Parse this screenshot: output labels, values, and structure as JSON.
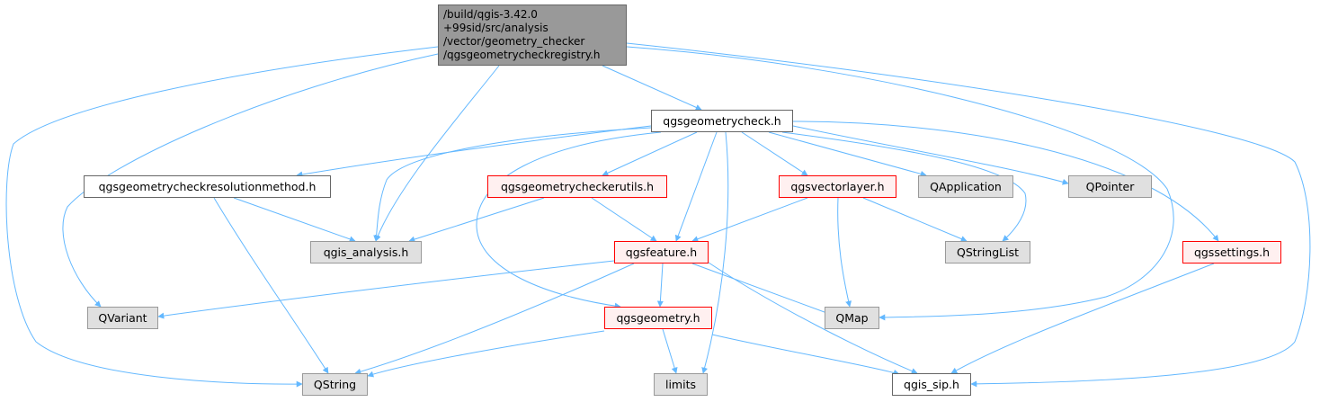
{
  "root": {
    "lines": [
      "/build/qgis-3.42.0",
      "+99sid/src/analysis",
      "/vector/geometry_checker",
      "/qgsgeometrycheckregistry.h"
    ]
  },
  "nodes": {
    "geometrycheck": "qgsgeometrycheck.h",
    "resolutionmethod": "qgsgeometrycheckresolutionmethod.h",
    "checkerutils": "qgsgeometrycheckerutils.h",
    "vectorlayer": "qgsvectorlayer.h",
    "qapplication": "QApplication",
    "qpointer": "QPointer",
    "qgis_analysis": "qgis_analysis.h",
    "feature": "qgsfeature.h",
    "qstringlist": "QStringList",
    "settings": "qgssettings.h",
    "qvariant": "QVariant",
    "geometry": "qgsgeometry.h",
    "qmap": "QMap",
    "qstring": "QString",
    "limits": "limits",
    "qgis_sip": "qgis_sip.h"
  },
  "colors": {
    "edge": "#63b8ff",
    "root_fill": "#999999",
    "red_border": "#ff0000",
    "ext_fill": "#e0e0e0"
  }
}
